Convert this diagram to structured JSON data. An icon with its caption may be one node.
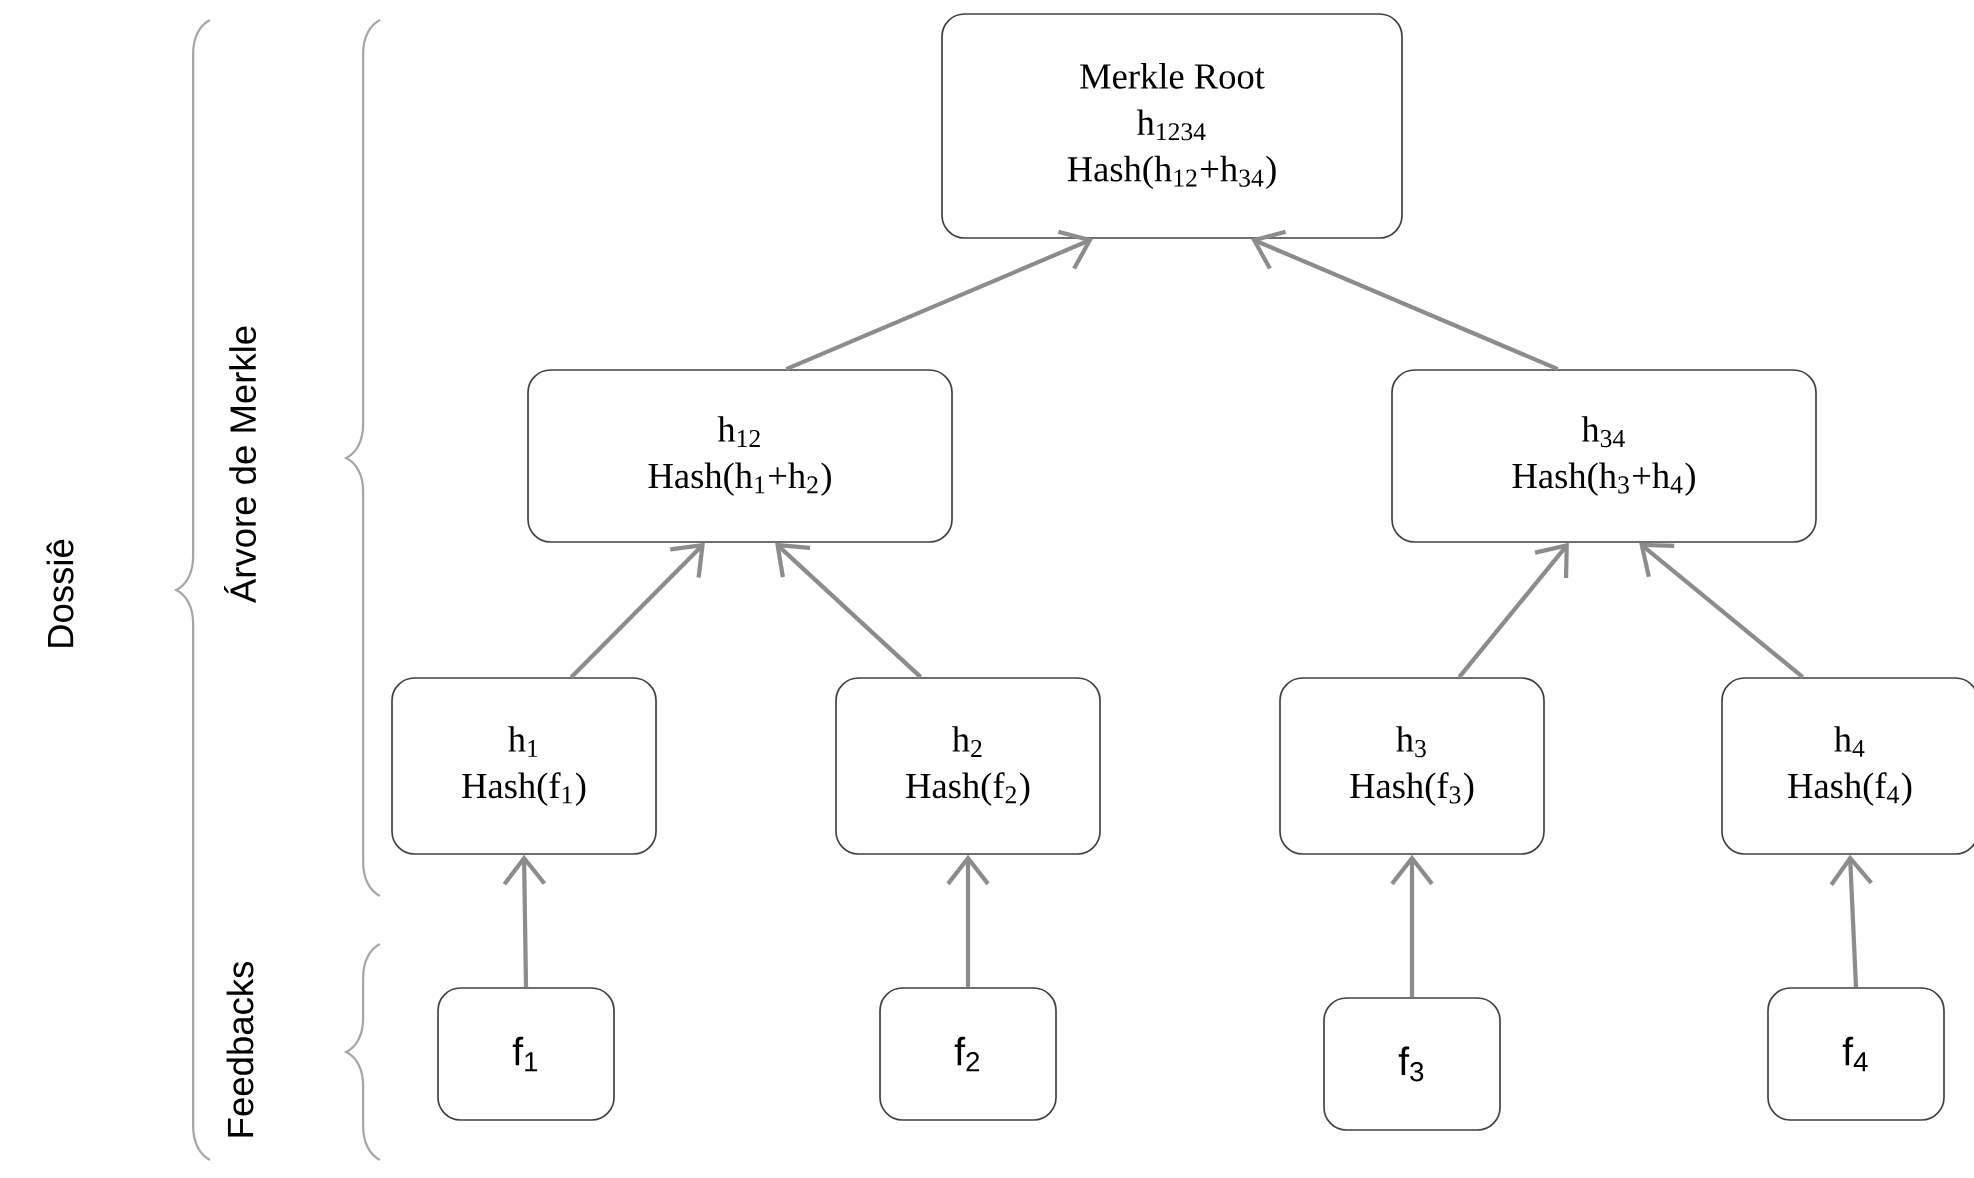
{
  "diagram": {
    "nodes": [
      {
        "text": [
          "Merkle Root",
          "h$_{1234}$",
          "Hash(h$_{12}$+h$_{34}$)"
        ]
      },
      {
        "text": [
          "h$_{12}$",
          "Hash(h$_{1}$+h$_{2}$)"
        ]
      },
      {
        "text": [
          "h$_{34}$",
          "Hash(h$_{3}$+h$_{4}$)"
        ]
      },
      {
        "text": [
          "h$_{1}$",
          "Hash(f$_{1}$)"
        ]
      },
      {
        "text": [
          "h$_{2}$",
          "Hash(f$_{2}$)"
        ]
      },
      {
        "text": [
          "h$_{3}$",
          "Hash(f$_{3}$)"
        ]
      },
      {
        "text": [
          "h$_{4}$",
          "Hash(f$_{4}$)"
        ]
      },
      {
        "text": [
          "f$_{1}$"
        ]
      },
      {
        "text": [
          "f$_{2}$"
        ]
      },
      {
        "text": [
          "f$_{3}$"
        ]
      },
      {
        "text": [
          "f$_{4}$"
        ]
      }
    ],
    "edges": [
      {
        "from": 7,
        "to": 3,
        "arrow": "to"
      },
      {
        "from": 8,
        "to": 4,
        "arrow": "to"
      },
      {
        "from": 9,
        "to": 5,
        "arrow": "to"
      },
      {
        "from": 10,
        "to": 6,
        "arrow": "to"
      },
      {
        "from": 3,
        "to": 1,
        "arrow": "to"
      },
      {
        "from": 4,
        "to": 1,
        "arrow": "to"
      },
      {
        "from": 5,
        "to": 2,
        "arrow": "to"
      },
      {
        "from": 6,
        "to": 2,
        "arrow": "to"
      },
      {
        "from": 1,
        "to": 0,
        "arrow": "to"
      },
      {
        "from": 2,
        "to": 0,
        "arrow": "to"
      }
    ],
    "labels": [
      "Dossiê",
      "Árvore de Merkle",
      "Feedbacks"
    ]
  }
}
